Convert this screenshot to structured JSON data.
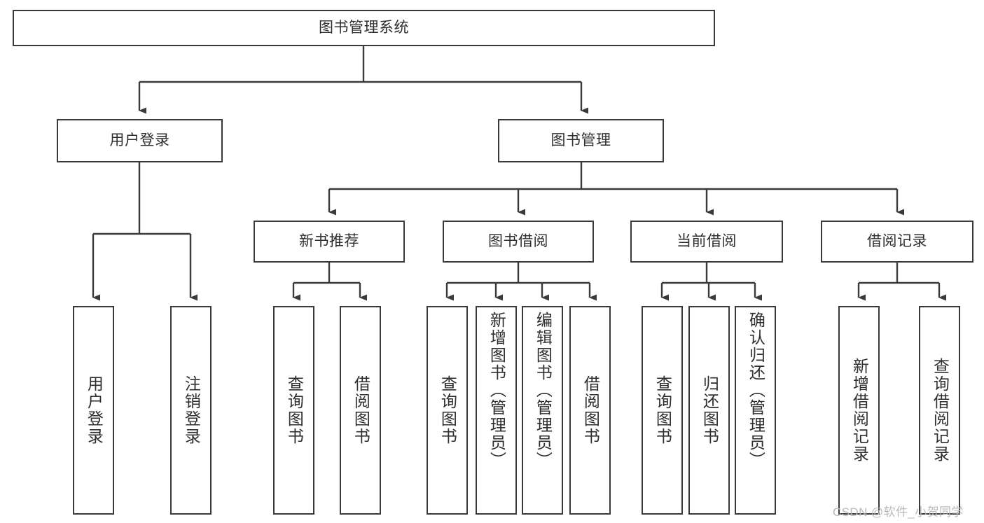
{
  "diagram": {
    "title": "图书管理系统",
    "type": "tree-hierarchy-chart",
    "colors": {
      "border": "#3a3a3a",
      "text": "#2e2e2e",
      "background": "#ffffff",
      "edge": "#3a3a3a",
      "watermark": "#b9b9b9"
    },
    "nodes": {
      "root": {
        "label": "图书管理系统"
      },
      "level2": [
        {
          "id": "user-login",
          "label": "用户登录"
        },
        {
          "id": "book-management",
          "label": "图书管理"
        }
      ],
      "level3": [
        {
          "id": "new-book-recommend",
          "label": "新书推荐"
        },
        {
          "id": "book-borrow",
          "label": "图书借阅"
        },
        {
          "id": "current-borrow",
          "label": "当前借阅"
        },
        {
          "id": "borrow-record",
          "label": "借阅记录"
        }
      ],
      "leaves": {
        "user_login": [
          {
            "id": "leaf-user-login",
            "label": "用户登录"
          },
          {
            "id": "leaf-user-logout",
            "label": "注销登录"
          }
        ],
        "new_book_recommend": [
          {
            "id": "leaf-query-book-1",
            "label": "查询图书"
          },
          {
            "id": "leaf-borrow-book-1",
            "label": "借阅图书"
          }
        ],
        "book_borrow": [
          {
            "id": "leaf-query-book-2",
            "label": "查询图书"
          },
          {
            "id": "leaf-add-book",
            "label": "新增图书（管理员）"
          },
          {
            "id": "leaf-edit-book",
            "label": "编辑图书（管理员）"
          },
          {
            "id": "leaf-borrow-book-2",
            "label": "借阅图书"
          }
        ],
        "current_borrow": [
          {
            "id": "leaf-query-book-3",
            "label": "查询图书"
          },
          {
            "id": "leaf-return-book",
            "label": "归还图书"
          },
          {
            "id": "leaf-confirm-return",
            "label": "确认归还（管理员）"
          }
        ],
        "borrow_record": [
          {
            "id": "leaf-add-record",
            "label": "新增借阅记录"
          },
          {
            "id": "leaf-query-record",
            "label": "查询借阅记录"
          }
        ]
      }
    },
    "watermark": "CSDN @软件_小贺同学"
  }
}
